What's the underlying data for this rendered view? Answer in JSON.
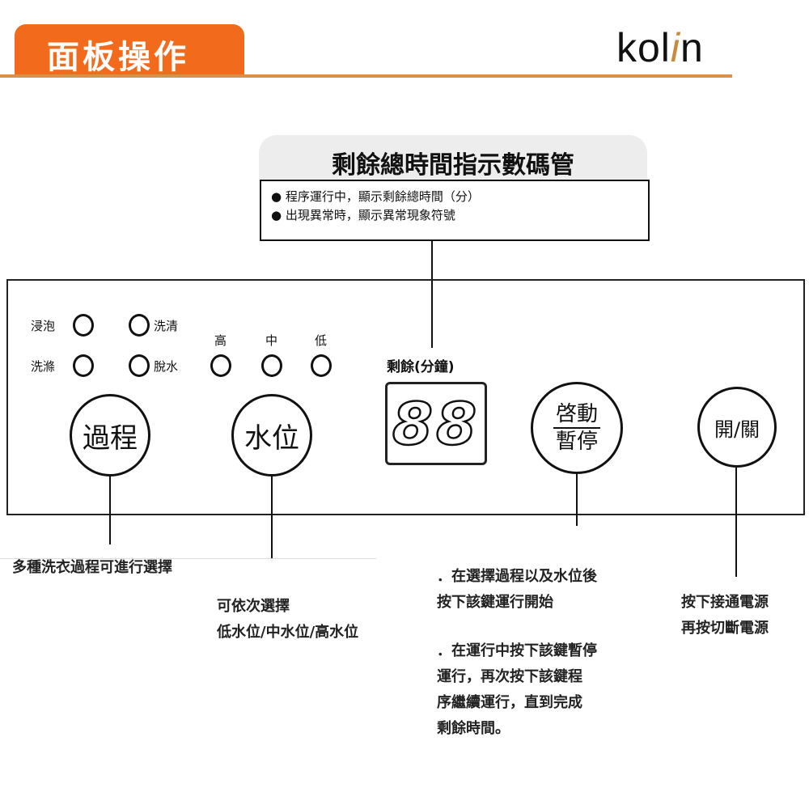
{
  "header": {
    "title": "面板操作",
    "logo": "kolin"
  },
  "display_callout": {
    "title": "剩餘總時間指示數碼管",
    "bullets": [
      "程序運行中，顯示剩餘總時間（分）",
      "出現異常時，顯示異常現象符號"
    ]
  },
  "panel": {
    "process_leds": [
      "浸泡",
      "洗清",
      "洗滌",
      "脫水"
    ],
    "water_leds": [
      "高",
      "中",
      "低"
    ],
    "display_label": "剩餘(分鐘)",
    "display_value": "88",
    "buttons": {
      "process": "過程",
      "water": "水位",
      "start_top": "啓動",
      "start_bottom": "暫停",
      "power": "開/關"
    }
  },
  "descriptions": {
    "process": "多種洗衣過程可進行選擇",
    "water": [
      "可依次選擇",
      "低水位/中水位/高水位"
    ],
    "start": [
      "．在選擇過程以及水位後",
      "按下該鍵運行開始",
      "．在運行中按下該鍵暫停",
      "運行，再次按下該鍵程",
      "序繼續運行，直到完成",
      "剩餘時間。"
    ],
    "power": [
      "按下接通電源",
      "再按切斷電源"
    ]
  },
  "colors": {
    "accent": "#f26a1b",
    "rule": "#d9914a"
  }
}
